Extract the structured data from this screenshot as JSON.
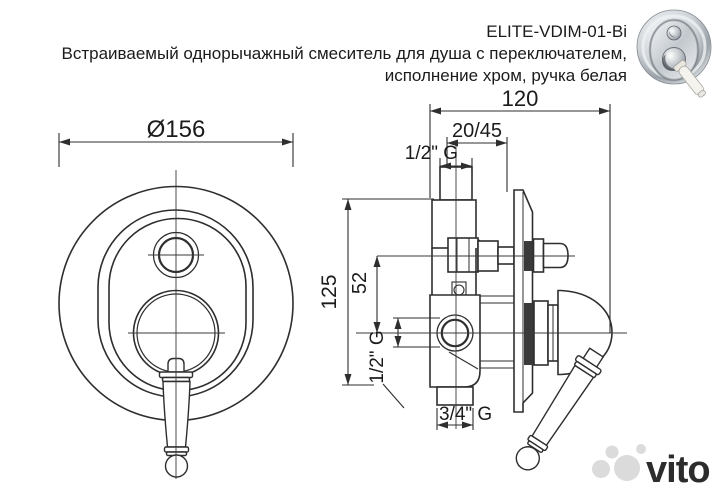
{
  "header": {
    "model_code": "ELITE-VDIM-01-Bi",
    "description_line1": "Встраиваемый однорычажный смеситель для душа с переключателем,",
    "description_line2": "исполнение хром, ручка белая"
  },
  "dimensions": {
    "front_diameter": "Ø156",
    "depth_total": "120",
    "mount_depth_range": "20/45",
    "top_connection": "1/2\" G",
    "height": "125",
    "axis_offset": "52",
    "side_connection": "1/2\" G",
    "bottom_connection": "3/4\" G"
  },
  "watermark": {
    "brand_text": "vito"
  },
  "colors": {
    "line": "#2e2e2e",
    "text": "#1b1b1b",
    "watermark": "#d8d8d8",
    "background": "#ffffff"
  }
}
